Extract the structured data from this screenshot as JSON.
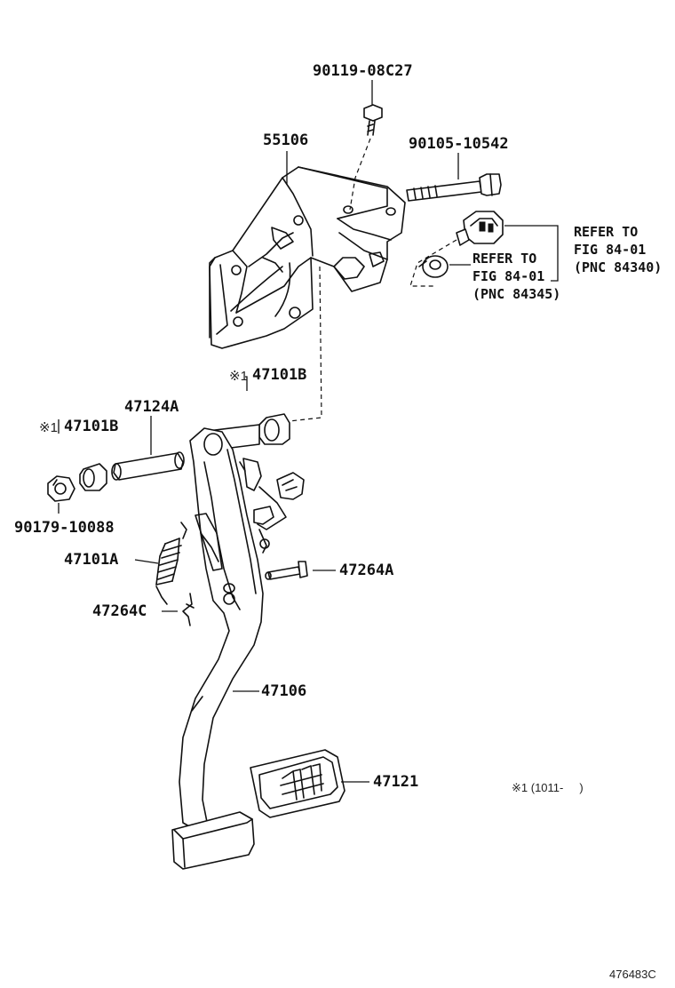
{
  "diagram": {
    "parts": [
      {
        "id": "p1",
        "label": "90119-08C27"
      },
      {
        "id": "p2",
        "label": "55106"
      },
      {
        "id": "p3",
        "label": "90105-10542"
      },
      {
        "id": "p4",
        "label": "47101B",
        "mark": "※1"
      },
      {
        "id": "p5",
        "label": "47124A"
      },
      {
        "id": "p6",
        "label": "47101B",
        "mark": "※1"
      },
      {
        "id": "p7",
        "label": "90179-10088"
      },
      {
        "id": "p8",
        "label": "47101A"
      },
      {
        "id": "p9",
        "label": "47264A"
      },
      {
        "id": "p10",
        "label": "47264C"
      },
      {
        "id": "p11",
        "label": "47106"
      },
      {
        "id": "p12",
        "label": "47121"
      }
    ],
    "refs": [
      {
        "id": "r1",
        "line1": "REFER TO",
        "line2": "FIG 84-01",
        "line3": "(PNC 84340)"
      },
      {
        "id": "r2",
        "line1": "REFER TO",
        "line2": "FIG 84-01",
        "line3": "(PNC 84345)"
      }
    ],
    "footnote": "※1 (1011-     )",
    "figure_code": "476483C"
  }
}
